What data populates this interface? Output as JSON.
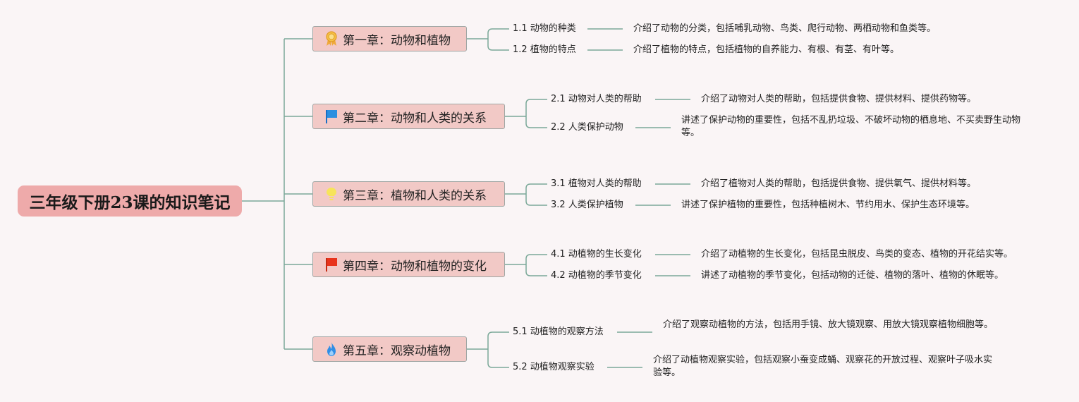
{
  "root": {
    "title": "三年级下册23课的知识笔记"
  },
  "chapters": [
    {
      "title": "第一章：动物和植物",
      "icon": "ribbon-award-icon",
      "sections": [
        {
          "title": "1.1 动物的种类",
          "desc": "介绍了动物的分类，包括哺乳动物、鸟类、爬行动物、两栖动物和鱼类等。"
        },
        {
          "title": "1.2 植物的特点",
          "desc": "介绍了植物的特点，包括植物的自养能力、有根、有茎、有叶等。"
        }
      ]
    },
    {
      "title": "第二章：动物和人类的关系",
      "icon": "blue-flag-icon",
      "sections": [
        {
          "title": "2.1 动物对人类的帮助",
          "desc": "介绍了动物对人类的帮助，包括提供食物、提供材料、提供药物等。"
        },
        {
          "title": "2.2 人类保护动物",
          "desc": "讲述了保护动物的重要性，包括不乱扔垃圾、不破坏动物的栖息地、不买卖野生动物等。"
        }
      ]
    },
    {
      "title": "第三章：植物和人类的关系",
      "icon": "lightbulb-icon",
      "sections": [
        {
          "title": "3.1 植物对人类的帮助",
          "desc": "介绍了植物对人类的帮助，包括提供食物、提供氧气、提供材料等。"
        },
        {
          "title": "3.2 人类保护植物",
          "desc": "讲述了保护植物的重要性，包括种植树木、节约用水、保护生态环境等。"
        }
      ]
    },
    {
      "title": "第四章：动物和植物的变化",
      "icon": "red-flag-icon",
      "sections": [
        {
          "title": "4.1 动植物的生长变化",
          "desc": "介绍了动植物的生长变化，包括昆虫脱皮、鸟类的变态、植物的开花结实等。"
        },
        {
          "title": "4.2 动植物的季节变化",
          "desc": "讲述了动植物的季节变化，包括动物的迁徙、植物的落叶、植物的休眠等。"
        }
      ]
    },
    {
      "title": "第五章：观察动植物",
      "icon": "flame-icon",
      "sections": [
        {
          "title": "5.1 动植物的观察方法",
          "desc": "介绍了观察动植物的方法，包括用手镜、放大镜观察、用放大镜观察植物细胞等。"
        },
        {
          "title": "5.2 动植物观察实验",
          "desc": "介绍了动植物观察实验，包括观察小蚕变成蛹、观察花的开放过程、观察叶子吸水实验等。"
        }
      ]
    }
  ],
  "colors": {
    "line": "#7aa898",
    "root_bg": "#eeaaaa",
    "chapter_bg": "#f2c9c6"
  }
}
